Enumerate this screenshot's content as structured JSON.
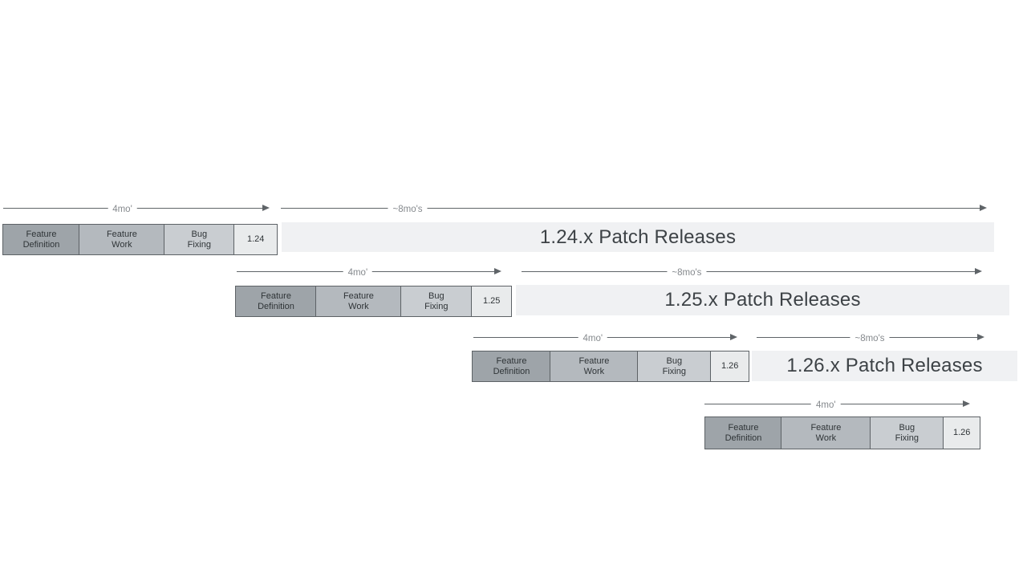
{
  "diagram": {
    "title": "release-cycle-timeline",
    "background": "#ffffff",
    "colors": {
      "feature_definition_fill": "#9ea4a9",
      "feature_work_fill": "#b4b9be",
      "bug_fixing_fill": "#c9cdd1",
      "version_box_fill": "#e9ebec",
      "box_border": "#5d6266",
      "patch_bar_fill": "#f0f1f3",
      "patch_text": "#3d4246",
      "arrow": "#5f6468",
      "duration_label": "#85898d"
    }
  },
  "labels": {
    "dev_cycle_duration": "4mo'",
    "patch_cycle_duration": "~8mo's"
  },
  "phases": {
    "feature_definition": {
      "line1": "Feature",
      "line2": "Definition"
    },
    "feature_work": {
      "line1": "Feature",
      "line2": "Work"
    },
    "bug_fixing": {
      "line1": "Bug",
      "line2": "Fixing"
    }
  },
  "releases": [
    {
      "version": "1.24",
      "patch_label": "1.24.x Patch Releases"
    },
    {
      "version": "1.25",
      "patch_label": "1.25.x Patch Releases"
    },
    {
      "version": "1.26",
      "patch_label": "1.26.x Patch Releases"
    },
    {
      "version": "1.26",
      "patch_label": ""
    }
  ]
}
